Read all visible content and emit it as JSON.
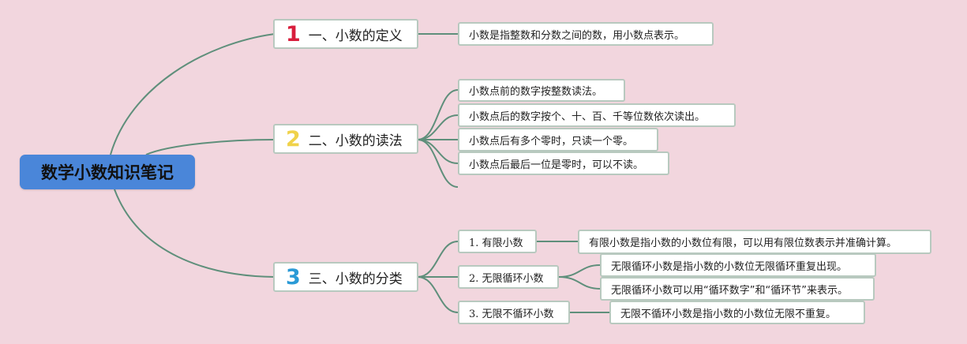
{
  "root": {
    "title": "数学小数知识笔记"
  },
  "branches": [
    {
      "number": "1",
      "title": "一、小数的定义",
      "color": "#d81e3c",
      "details": [
        "小数是指整数和分数之间的数，用小数点表示。"
      ]
    },
    {
      "number": "2",
      "title": "二、小数的读法",
      "color": "#f0d24a",
      "details": [
        "小数点前的数字按整数读法。",
        "小数点后的数字按个、十、百、千等位数依次读出。",
        "小数点后有多个零时，只读一个零。",
        "小数点后最后一位是零时，可以不读。"
      ]
    },
    {
      "number": "3",
      "title": "三、小数的分类",
      "color": "#2a9ad6",
      "subs": [
        {
          "label": "1. 有限小数",
          "details": [
            "有限小数是指小数的小数位有限，可以用有限位数表示并准确计算。"
          ]
        },
        {
          "label": "2. 无限循环小数",
          "details": [
            "无限循环小数是指小数的小数位无限循环重复出现。",
            "无限循环小数可以用“循环数字”和“循环节”来表示。"
          ]
        },
        {
          "label": "3. 无限不循环小数",
          "details": [
            "无限不循环小数是指小数的小数位无限不重复。"
          ]
        }
      ]
    }
  ],
  "colors": {
    "line": "#5f8f7b",
    "background": "#f2d6de",
    "root": "#4a86d9",
    "border": "#b8c9bf"
  }
}
